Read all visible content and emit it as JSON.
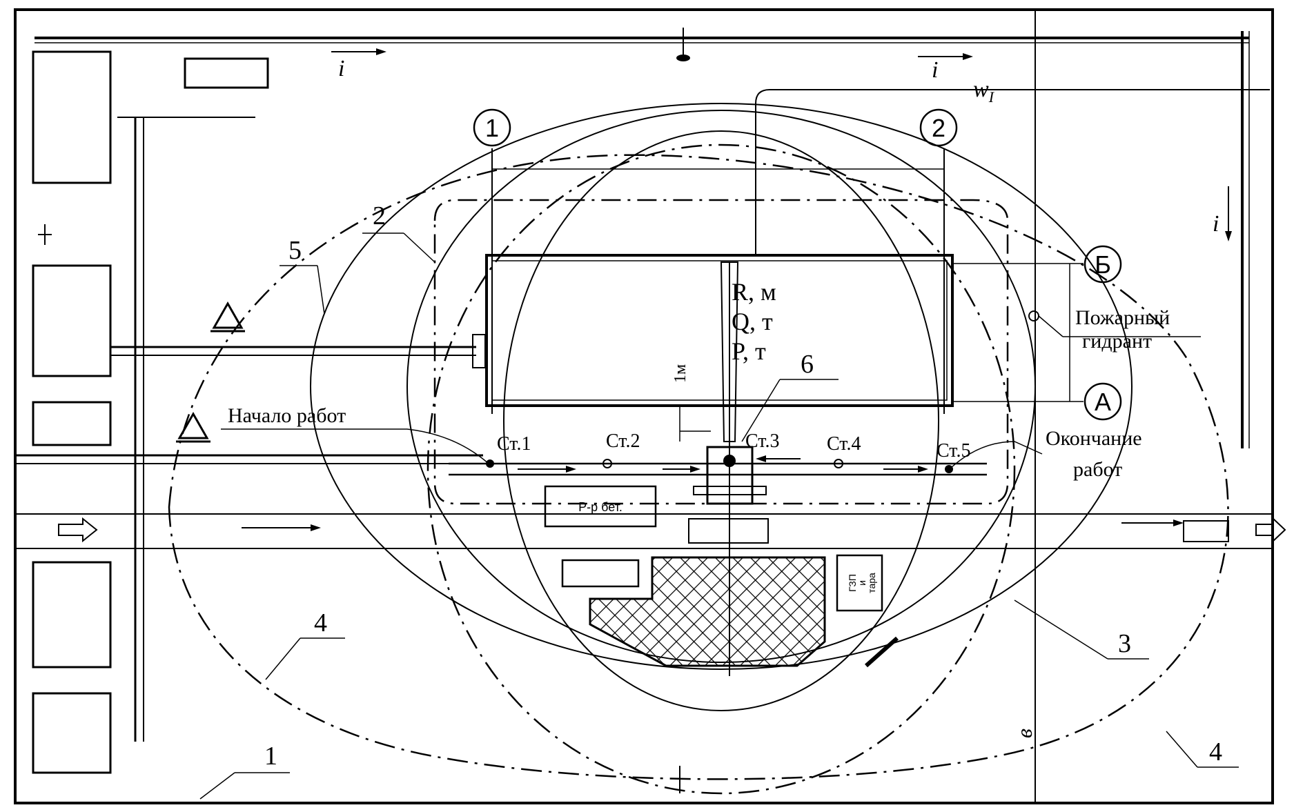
{
  "axes": {
    "axis_1": "1",
    "axis_2": "2",
    "axis_B": "Б",
    "axis_A": "А"
  },
  "crane_params": {
    "radius": "R, м",
    "capacity": "Q, т",
    "load": "P, т"
  },
  "dimension_1m": "1м",
  "stations": [
    "Ст.1",
    "Ст.2",
    "Ст.3",
    "Ст.4",
    "Ст.5"
  ],
  "labels": {
    "start_work": "Начало работ",
    "end_work_line1": "Окончание",
    "end_work_line2": "работ",
    "hydrant_line1": "Пожарный",
    "hydrant_line2": "гидрант",
    "mortar_box": "Р-р бет.",
    "storage_line1": "ГЗП",
    "storage_line2": "и",
    "storage_line3": "тара",
    "slope_i": "i",
    "water_w": "w",
    "water_w_sub": "I",
    "meas_b": "в"
  },
  "callouts": {
    "c1": "1",
    "c2": "2",
    "c3": "3",
    "c4a": "4",
    "c4b": "4",
    "c5": "5",
    "c6": "6"
  }
}
